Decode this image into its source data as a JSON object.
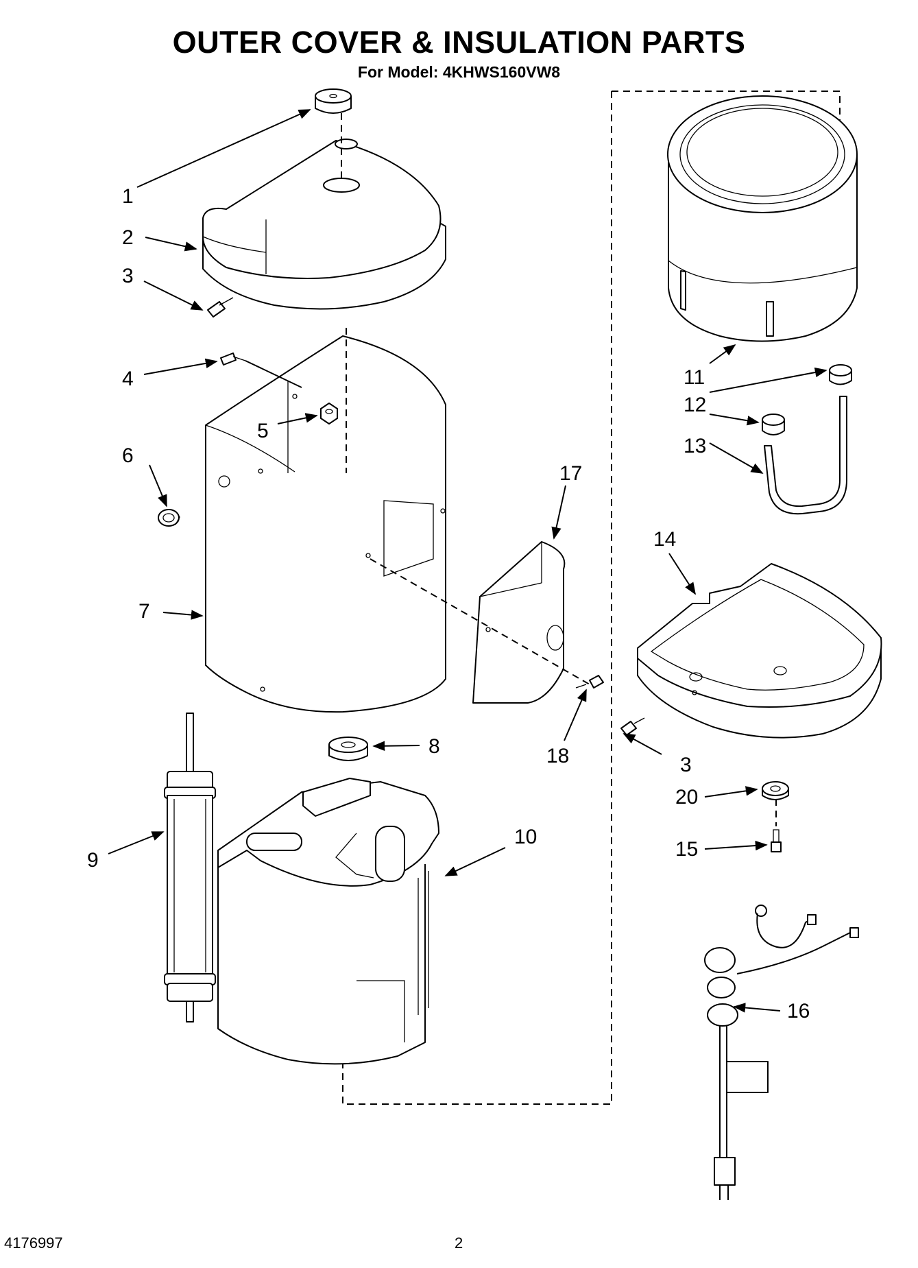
{
  "header": {
    "title": "OUTER COVER & INSULATION PARTS",
    "subtitle": "For Model: 4KHWS160VW8"
  },
  "footer": {
    "doc_number": "4176997",
    "page_number": "2"
  },
  "callouts": [
    {
      "id": "c1",
      "label": "1"
    },
    {
      "id": "c2",
      "label": "2"
    },
    {
      "id": "c3a",
      "label": "3"
    },
    {
      "id": "c4",
      "label": "4"
    },
    {
      "id": "c5",
      "label": "5"
    },
    {
      "id": "c6",
      "label": "6"
    },
    {
      "id": "c7",
      "label": "7"
    },
    {
      "id": "c8",
      "label": "8"
    },
    {
      "id": "c9",
      "label": "9"
    },
    {
      "id": "c10",
      "label": "10"
    },
    {
      "id": "c11",
      "label": "11"
    },
    {
      "id": "c12",
      "label": "12"
    },
    {
      "id": "c13",
      "label": "13"
    },
    {
      "id": "c14",
      "label": "14"
    },
    {
      "id": "c3b",
      "label": "3"
    },
    {
      "id": "c20",
      "label": "20"
    },
    {
      "id": "c15",
      "label": "15"
    },
    {
      "id": "c16",
      "label": "16"
    },
    {
      "id": "c17",
      "label": "17"
    },
    {
      "id": "c18",
      "label": "18"
    }
  ]
}
